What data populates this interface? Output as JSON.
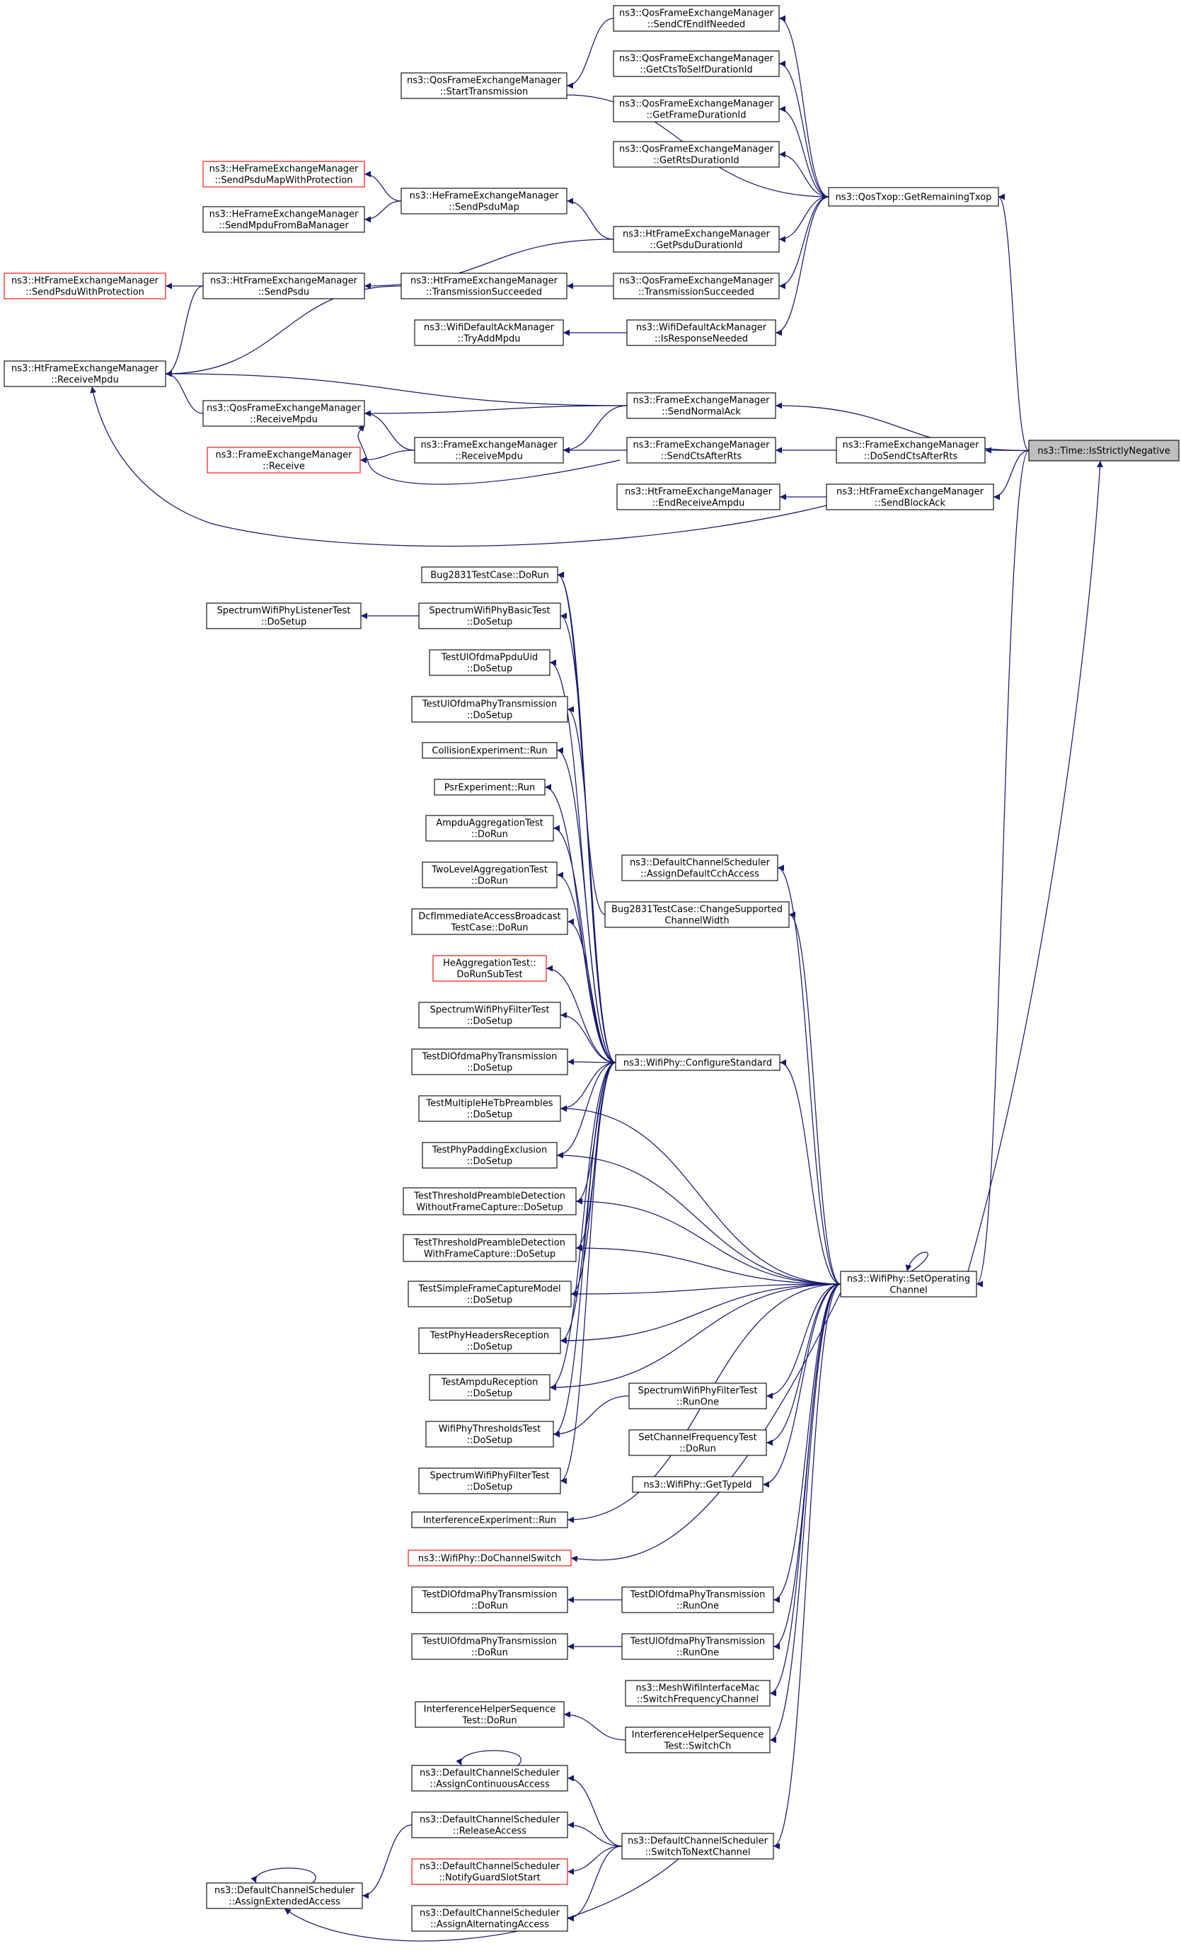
{
  "colors": {
    "edge": "#191970",
    "node_border": "#000000",
    "node_border_red": "#ff0000",
    "node_fill": "#ffffff",
    "focus_fill": "#bfbfbf",
    "text": "#000000"
  },
  "nodes": {
    "isstrictlynegative": {
      "lines": [
        "ns3::Time::IsStrictlyNegative"
      ],
      "style": "focus"
    },
    "getremainingtxop": {
      "lines": [
        "ns3::QosTxop::GetRemainingTxop"
      ]
    },
    "sendcfendifneeded": {
      "lines": [
        "ns3::QosFrameExchangeManager",
        "::SendCfEndIfNeeded"
      ]
    },
    "getctstoselfdurationid": {
      "lines": [
        "ns3::QosFrameExchangeManager",
        "::GetCtsToSelfDurationId"
      ]
    },
    "getframedurationid": {
      "lines": [
        "ns3::QosFrameExchangeManager",
        "::GetFrameDurationId"
      ]
    },
    "getrtsdurationid": {
      "lines": [
        "ns3::QosFrameExchangeManager",
        "::GetRtsDurationId"
      ]
    },
    "qos_starttransmission": {
      "lines": [
        "ns3::QosFrameExchangeManager",
        "::StartTransmission"
      ]
    },
    "he_sendpsdumapwithprotection": {
      "lines": [
        "ns3::HeFrameExchangeManager",
        "::SendPsduMapWithProtection"
      ],
      "style": "red"
    },
    "he_sendmpdufrombamanager": {
      "lines": [
        "ns3::HeFrameExchangeManager",
        "::SendMpduFromBaManager"
      ]
    },
    "he_sendpsdumap": {
      "lines": [
        "ns3::HeFrameExchangeManager",
        "::SendPsduMap"
      ]
    },
    "ht_getpsdudurationid": {
      "lines": [
        "ns3::HtFrameExchangeManager",
        "::GetPsduDurationId"
      ]
    },
    "ht_sendpsduwithprotection": {
      "lines": [
        "ns3::HtFrameExchangeManager",
        "::SendPsduWithProtection"
      ],
      "style": "red"
    },
    "ht_sendpsdu": {
      "lines": [
        "ns3::HtFrameExchangeManager",
        "::SendPsdu"
      ]
    },
    "ht_transmissionsucceeded": {
      "lines": [
        "ns3::HtFrameExchangeManager",
        "::TransmissionSucceeded"
      ]
    },
    "qos_transmissionsucceeded": {
      "lines": [
        "ns3::QosFrameExchangeManager",
        "::TransmissionSucceeded"
      ]
    },
    "wda_tryaddmpdu": {
      "lines": [
        "ns3::WifiDefaultAckManager",
        "::TryAddMpdu"
      ]
    },
    "wda_isresponseneeded": {
      "lines": [
        "ns3::WifiDefaultAckManager",
        "::IsResponseNeeded"
      ]
    },
    "ht_receivempdu": {
      "lines": [
        "ns3::HtFrameExchangeManager",
        "::ReceiveMpdu"
      ]
    },
    "fem_sendnormalack": {
      "lines": [
        "ns3::FrameExchangeManager",
        "::SendNormalAck"
      ]
    },
    "qos_receivempdu": {
      "lines": [
        "ns3::QosFrameExchangeManager",
        "::ReceiveMpdu"
      ]
    },
    "fem_receive": {
      "lines": [
        "ns3::FrameExchangeManager",
        "::Receive"
      ],
      "style": "red"
    },
    "fem_receivempdu": {
      "lines": [
        "ns3::FrameExchangeManager",
        "::ReceiveMpdu"
      ]
    },
    "fem_sendctsafterrts": {
      "lines": [
        "ns3::FrameExchangeManager",
        "::SendCtsAfterRts"
      ]
    },
    "fem_dosendctsafterrts": {
      "lines": [
        "ns3::FrameExchangeManager",
        "::DoSendCtsAfterRts"
      ]
    },
    "ht_endreceiveampdu": {
      "lines": [
        "ns3::HtFrameExchangeManager",
        "::EndReceiveAmpdu"
      ]
    },
    "ht_sendblockack": {
      "lines": [
        "ns3::HtFrameExchangeManager",
        "::SendBlockAck"
      ]
    },
    "bug2831_dorun": {
      "lines": [
        "Bug2831TestCase::DoRun"
      ]
    },
    "swp_listenertest_dosetup": {
      "lines": [
        "SpectrumWifiPhyListenerTest",
        "::DoSetup"
      ]
    },
    "swp_basictest_dosetup": {
      "lines": [
        "SpectrumWifiPhyBasicTest",
        "::DoSetup"
      ]
    },
    "testulofdmappduuid_dosetup": {
      "lines": [
        "TestUlOfdmaPpduUid",
        "::DoSetup"
      ]
    },
    "testulofdmaphytx_dosetup": {
      "lines": [
        "TestUlOfdmaPhyTransmission",
        "::DoSetup"
      ]
    },
    "collisionexperiment_run": {
      "lines": [
        "CollisionExperiment::Run"
      ]
    },
    "psrexperiment_run": {
      "lines": [
        "PsrExperiment::Run"
      ]
    },
    "ampduaggregationtest_dorun": {
      "lines": [
        "AmpduAggregationTest",
        "::DoRun"
      ]
    },
    "twolevelaggregationtest_dorun": {
      "lines": [
        "TwoLevelAggregationTest",
        "::DoRun"
      ]
    },
    "dcfimmediateaccess_dorun": {
      "lines": [
        "DcfImmediateAccessBroadcast",
        "TestCase::DoRun"
      ]
    },
    "heaggregationtest_dorunsubtest": {
      "lines": [
        "HeAggregationTest::",
        "DoRunSubTest"
      ],
      "style": "red"
    },
    "swp_filtertest_dosetup_a": {
      "lines": [
        "SpectrumWifiPhyFilterTest",
        "::DoSetup"
      ]
    },
    "testdlofdmaphytx_dosetup": {
      "lines": [
        "TestDlOfdmaPhyTransmission",
        "::DoSetup"
      ]
    },
    "testmultiplehetbpreambles_dosetup": {
      "lines": [
        "TestMultipleHeTbPreambles",
        "::DoSetup"
      ]
    },
    "testphypaddingexclusion_dosetup": {
      "lines": [
        "TestPhyPaddingExclusion",
        "::DoSetup"
      ]
    },
    "testthreshold_without_dosetup": {
      "lines": [
        "TestThresholdPreambleDetection",
        "WithoutFrameCapture::DoSetup"
      ]
    },
    "testthreshold_with_dosetup": {
      "lines": [
        "TestThresholdPreambleDetection",
        "WithFrameCapture::DoSetup"
      ]
    },
    "testsimpleframecapturemodel_dosetup": {
      "lines": [
        "TestSimpleFrameCaptureModel",
        "::DoSetup"
      ]
    },
    "testphyheadersreception_dosetup": {
      "lines": [
        "TestPhyHeadersReception",
        "::DoSetup"
      ]
    },
    "testampdureception_dosetup": {
      "lines": [
        "TestAmpduReception",
        "::DoSetup"
      ]
    },
    "wifiphythresholdstest_dosetup": {
      "lines": [
        "WifiPhyThresholdsTest",
        "::DoSetup"
      ]
    },
    "swp_filtertest_dosetup_b": {
      "lines": [
        "SpectrumWifiPhyFilterTest",
        "::DoSetup"
      ]
    },
    "interferenceexperiment_run": {
      "lines": [
        "InterferenceExperiment::Run"
      ]
    },
    "wifiphy_dochannelswitch": {
      "lines": [
        "ns3::WifiPhy::DoChannelSwitch"
      ],
      "style": "red"
    },
    "testdlofdmaphytx_dorun": {
      "lines": [
        "TestDlOfdmaPhyTransmission",
        "::DoRun"
      ]
    },
    "testulofdmaphytx_dorun": {
      "lines": [
        "TestUlOfdmaPhyTransmission",
        "::DoRun"
      ]
    },
    "ihs_dorun": {
      "lines": [
        "InterferenceHelperSequence",
        "Test::DoRun"
      ]
    },
    "dcs_assigncontinuousaccess": {
      "lines": [
        "ns3::DefaultChannelScheduler",
        "::AssignContinuousAccess"
      ]
    },
    "dcs_releaseaccess": {
      "lines": [
        "ns3::DefaultChannelScheduler",
        "::ReleaseAccess"
      ]
    },
    "dcs_notifyguardslotstart": {
      "lines": [
        "ns3::DefaultChannelScheduler",
        "::NotifyGuardSlotStart"
      ],
      "style": "red"
    },
    "dcs_assignextendedaccess": {
      "lines": [
        "ns3::DefaultChannelScheduler",
        "::AssignExtendedAccess"
      ]
    },
    "dcs_assignalternatingaccess": {
      "lines": [
        "ns3::DefaultChannelScheduler",
        "::AssignAlternatingAccess"
      ]
    },
    "dcs_assigndefaultcchaccess": {
      "lines": [
        "ns3::DefaultChannelScheduler",
        "::AssignDefaultCchAccess"
      ]
    },
    "bug2831_changesupportedchannelwidth": {
      "lines": [
        "Bug2831TestCase::ChangeSupported",
        "ChannelWidth"
      ]
    },
    "wifiphy_configurestandard": {
      "lines": [
        "ns3::WifiPhy::ConfigureStandard"
      ]
    },
    "swp_filtertest_runone": {
      "lines": [
        "SpectrumWifiPhyFilterTest",
        "::RunOne"
      ]
    },
    "setchannelfrequencytest_dorun": {
      "lines": [
        "SetChannelFrequencyTest",
        "::DoRun"
      ]
    },
    "wifiphy_gettypeid": {
      "lines": [
        "ns3::WifiPhy::GetTypeId"
      ]
    },
    "testdlofdmaphytx_runone": {
      "lines": [
        "TestDlOfdmaPhyTransmission",
        "::RunOne"
      ]
    },
    "testulofdmaphytx_runone": {
      "lines": [
        "TestUlOfdmaPhyTransmission",
        "::RunOne"
      ]
    },
    "meshwifiinterfacemac_switchfrequencychannel": {
      "lines": [
        "ns3::MeshWifiInterfaceMac",
        "::SwitchFrequencyChannel"
      ]
    },
    "ihs_switchch": {
      "lines": [
        "InterferenceHelperSequence",
        "Test::SwitchCh"
      ]
    },
    "dcs_switchtonextchannel": {
      "lines": [
        "ns3::DefaultChannelScheduler",
        "::SwitchToNextChannel"
      ]
    },
    "wifiphy_setoperatingchannel": {
      "lines": [
        "ns3::WifiPhy::SetOperating",
        "Channel"
      ]
    }
  }
}
